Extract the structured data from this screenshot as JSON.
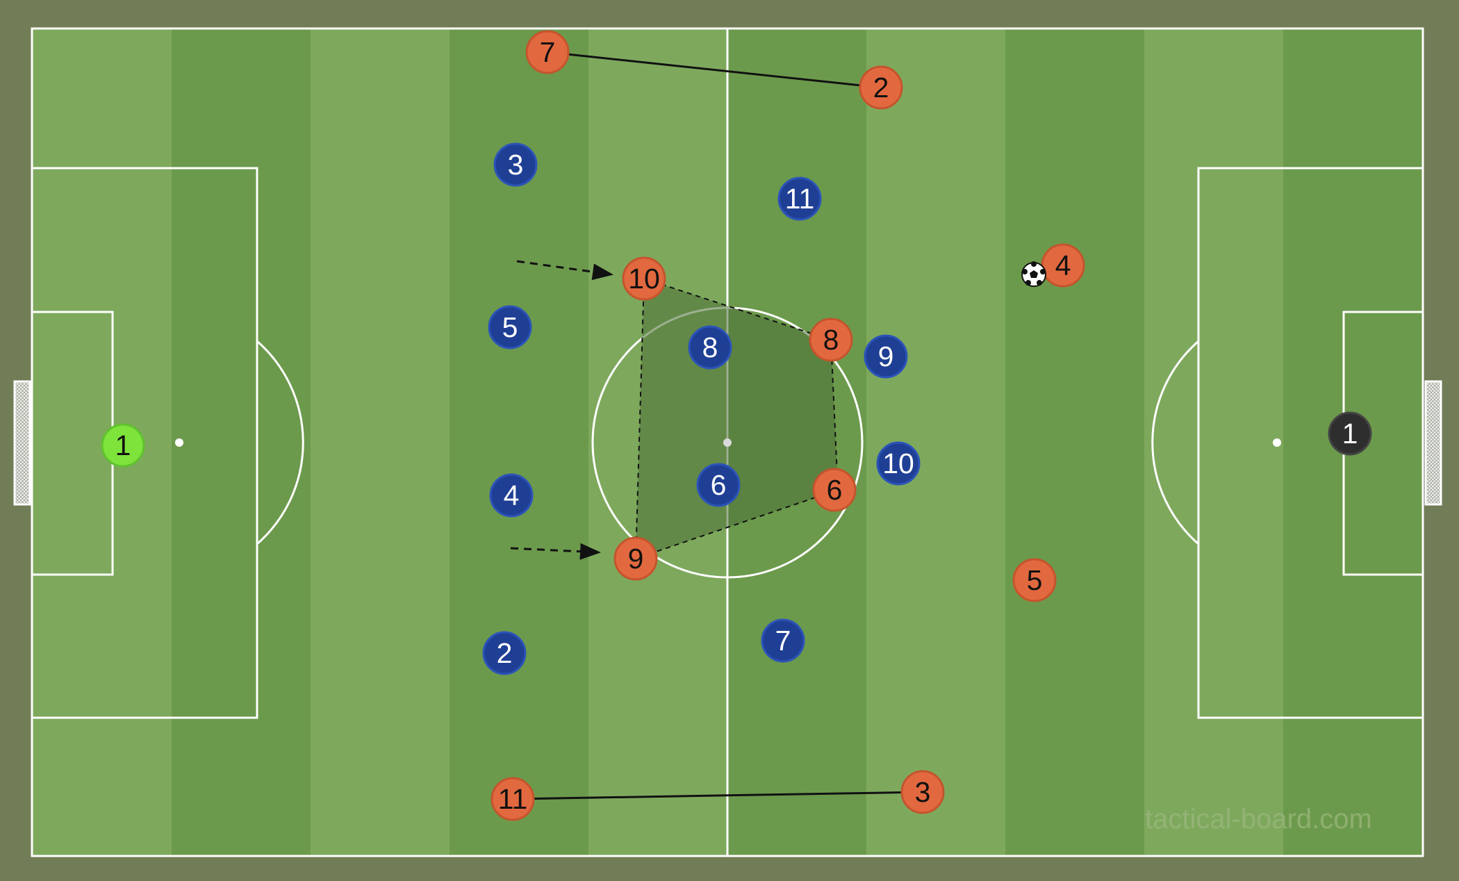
{
  "colors": {
    "background": "#717d57",
    "stripe_light": "#7ea95d",
    "stripe_dark": "#6c9a4c",
    "lines": "#ffffff",
    "blue_team": "#1f3f95",
    "orange_team": "#e2693f",
    "home_goalkeeper": "#7ee33b",
    "away_goalkeeper": "#2e2e2e",
    "marked_area": "#4d6f36"
  },
  "watermark": "tactical-board.com",
  "blue_team": [
    {
      "number": "1",
      "role": "goalkeeper"
    },
    {
      "number": "3"
    },
    {
      "number": "11"
    },
    {
      "number": "5"
    },
    {
      "number": "8"
    },
    {
      "number": "9"
    },
    {
      "number": "6"
    },
    {
      "number": "10"
    },
    {
      "number": "4"
    },
    {
      "number": "2"
    },
    {
      "number": "7"
    }
  ],
  "orange_team": [
    {
      "number": "1",
      "role": "goalkeeper"
    },
    {
      "number": "7"
    },
    {
      "number": "2"
    },
    {
      "number": "10"
    },
    {
      "number": "4",
      "has_ball": true
    },
    {
      "number": "8"
    },
    {
      "number": "6"
    },
    {
      "number": "9"
    },
    {
      "number": "5"
    },
    {
      "number": "11"
    },
    {
      "number": "3"
    }
  ],
  "annotations": {
    "links": [
      [
        "orange 7",
        "orange 2"
      ],
      [
        "orange 11",
        "orange 3"
      ]
    ],
    "runs": [
      "orange 10",
      "orange 9"
    ],
    "marked_area": [
      "orange 10",
      "orange 8",
      "orange 6",
      "orange 9"
    ]
  },
  "icons": [
    "football-icon",
    "left-goal-icon",
    "right-goal-icon"
  ]
}
